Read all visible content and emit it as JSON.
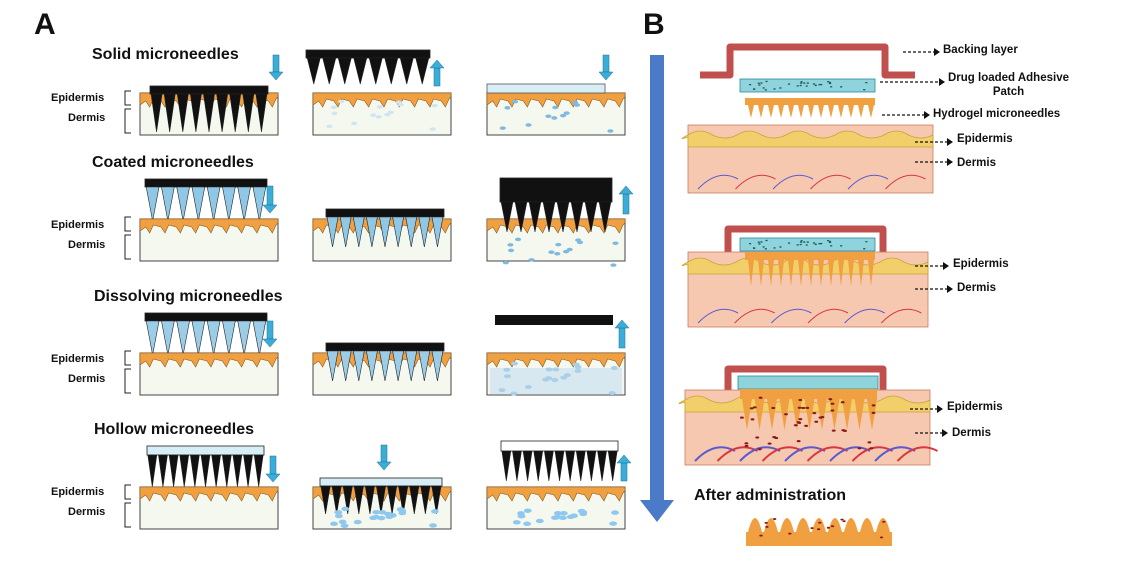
{
  "panel_a": {
    "letter": "A",
    "rows": [
      {
        "title": "Solid microneedles"
      },
      {
        "title": "Coated microneedles"
      },
      {
        "title": "Dissolving microneedles"
      },
      {
        "title": "Hollow microneedles"
      }
    ],
    "epidermis_label": "Epidermis",
    "dermis_label": "Dermis"
  },
  "panel_b": {
    "letter": "B",
    "labels": {
      "backing": "Backing layer",
      "adhesive": "Drug loaded Adhesive\nPatch",
      "hydrogel": "Hydrogel microneedles",
      "epidermis": "Epidermis",
      "dermis": "Dermis"
    },
    "after_title": "After administration"
  },
  "colors": {
    "orange": "#f0a040",
    "black": "#111111",
    "blue_arrow": "#4a7ac8",
    "cyan_arrow": "#3aaed8",
    "patch_cyan": "#8fd3dc",
    "backing_red": "#c0504d",
    "skin_yellow": "#f2cf6a",
    "skin_pink": "#f6c8b0"
  }
}
